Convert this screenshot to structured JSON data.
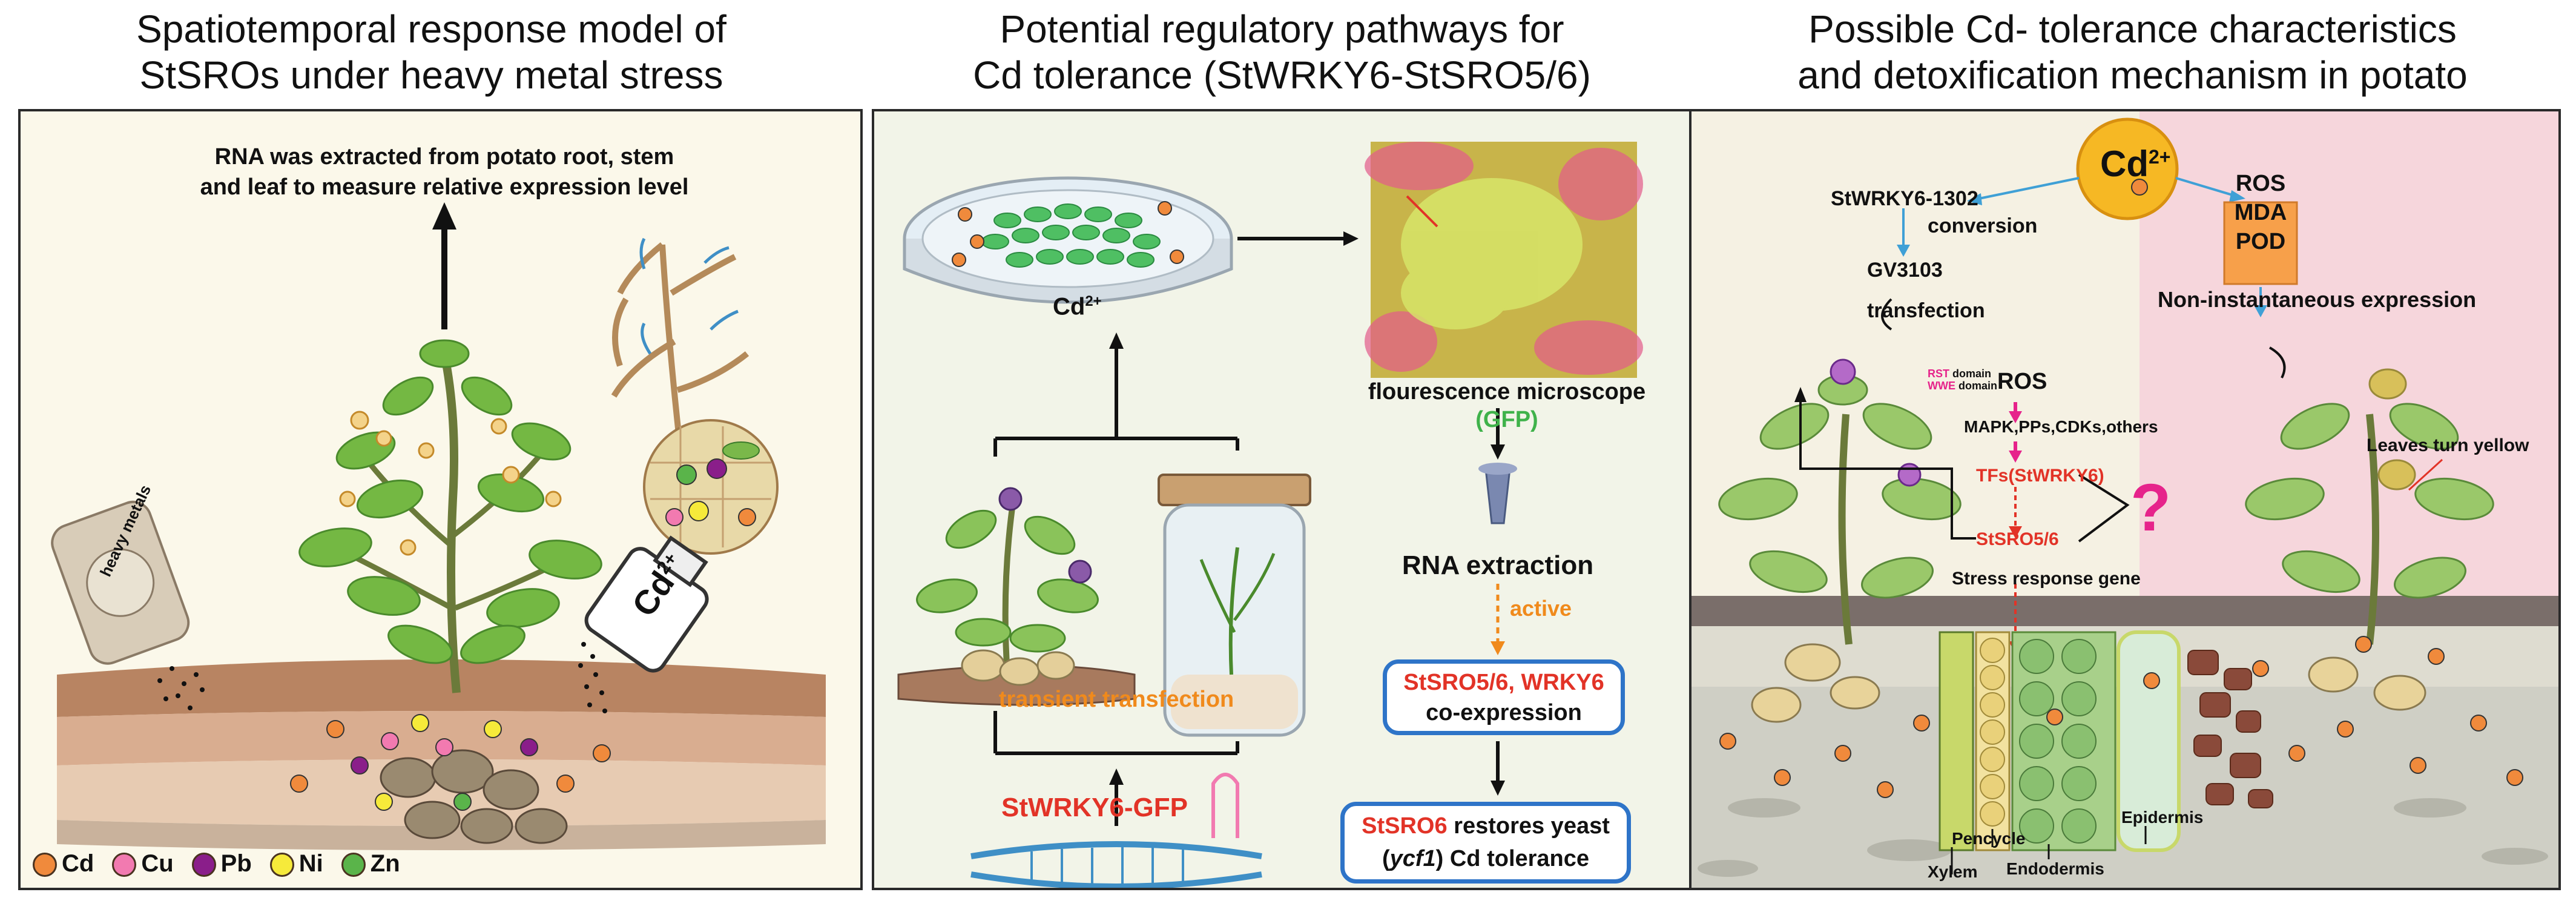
{
  "titles": {
    "p1_line1": "Spatiotemporal response model of",
    "p1_line2": "StSROs under heavy metal stress",
    "p2_line1": "Potential regulatory pathways for",
    "p2_line2": "Cd tolerance (StWRKY6-StSRO5/6)",
    "p3_line1": "Possible Cd- tolerance characteristics",
    "p3_line2": "and detoxification mechanism in potato"
  },
  "panel1": {
    "rna_line1": "RNA was extracted from potato root, stem",
    "rna_line2": "and leaf to measure relative expression level",
    "bag_label": "heavy metals",
    "bottle_label": "Cd",
    "bottle_sup": "2+",
    "legend": [
      {
        "name": "Cd",
        "color": "#f08a3c"
      },
      {
        "name": "Cu",
        "color": "#f27ab0"
      },
      {
        "name": "Pb",
        "color": "#8a1e8a"
      },
      {
        "name": "Ni",
        "color": "#f6ea3a"
      },
      {
        "name": "Zn",
        "color": "#5ab44a"
      }
    ]
  },
  "panel2": {
    "dish_label": "Cd",
    "dish_sup": "2+",
    "microscope_line1": "flourescence microscope",
    "microscope_line2": "(GFP)",
    "rna_extraction": "RNA extraction",
    "active": "active",
    "coexp_line1_a": "StSRO5/6, WRKY6",
    "coexp_line2": "co-expression",
    "transient": "transient transfection",
    "gfp_construct": "StWRKY6-GFP",
    "result_a": "StSRO6",
    "result_b": " restores yeast",
    "result_line2_a": "(",
    "result_line2_italic": "ycf1",
    "result_line2_b": ") Cd tolerance"
  },
  "panel3": {
    "cd": "Cd",
    "cd_sup": "2+",
    "construct": "StWRKY6-1302",
    "conversion": "conversion",
    "gv": "GV3103",
    "transfection": "transfection",
    "ros_stack": [
      "ROS",
      "MDA",
      "POD"
    ],
    "non_inst": "Non-instantaneous expression",
    "rst_domain": "RST",
    "wwe_domain": "WWE",
    "domain_word": "domain",
    "ros2": "ROS",
    "mapk": "MAPK,PPs,CDKs,others",
    "tfs": "TFs(StWRKY6)",
    "sro": "StSRO5/6",
    "question": "?",
    "stress_gene": "Stress response gene",
    "leaves_yellow": "Leaves turn yellow",
    "tissues": [
      "Pencycle",
      "Endodermis",
      "Epidermis",
      "Xylem"
    ]
  }
}
